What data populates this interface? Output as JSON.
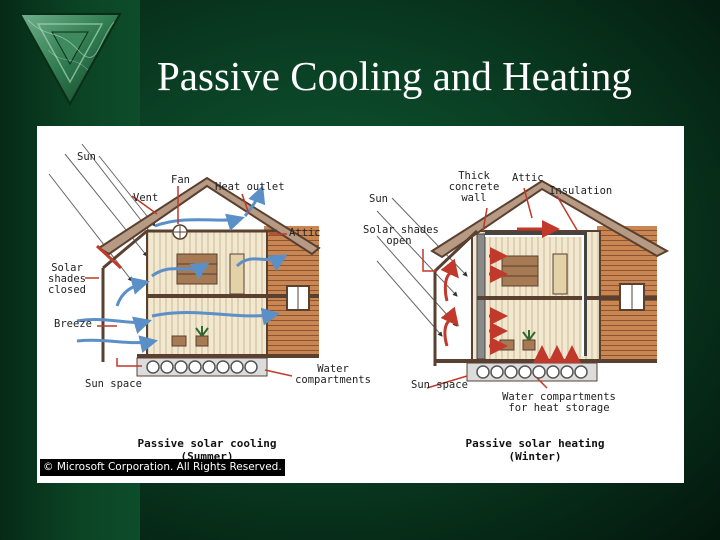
{
  "slide": {
    "title": "Passive Cooling and Heating"
  },
  "diagram": {
    "summer": {
      "labels": {
        "sun": "Sun",
        "fan": "Fan",
        "vent": "Vent",
        "heat_outlet": "Heat outlet",
        "attic": "Attic",
        "solar_shades_closed": [
          "Solar",
          "shades",
          "closed"
        ],
        "breeze": "Breeze",
        "sun_space": "Sun space",
        "water_compartments": [
          "Water",
          "compartments"
        ]
      },
      "caption": [
        "Passive solar cooling",
        "(Summer)"
      ]
    },
    "winter": {
      "labels": {
        "thick_concrete_wall": [
          "Thick",
          "concrete",
          "wall"
        ],
        "attic": "Attic",
        "insulation": "Insulation",
        "sun": "Sun",
        "solar_shades_open": [
          "Solar shades",
          "open"
        ],
        "sun_space": "Sun space",
        "water_compartments": [
          "Water compartments",
          "for heat storage"
        ]
      },
      "caption": [
        "Passive solar heating",
        "(Winter)"
      ]
    },
    "copyright": "© Microsoft Corporation. All Rights Reserved."
  },
  "colors": {
    "background": "#0a3f24",
    "title_text": "#ffffff",
    "cool_air": "#5b8fc7",
    "warm_air": "#c0392b",
    "siding": "#c98552",
    "roof": "#b79a83"
  }
}
